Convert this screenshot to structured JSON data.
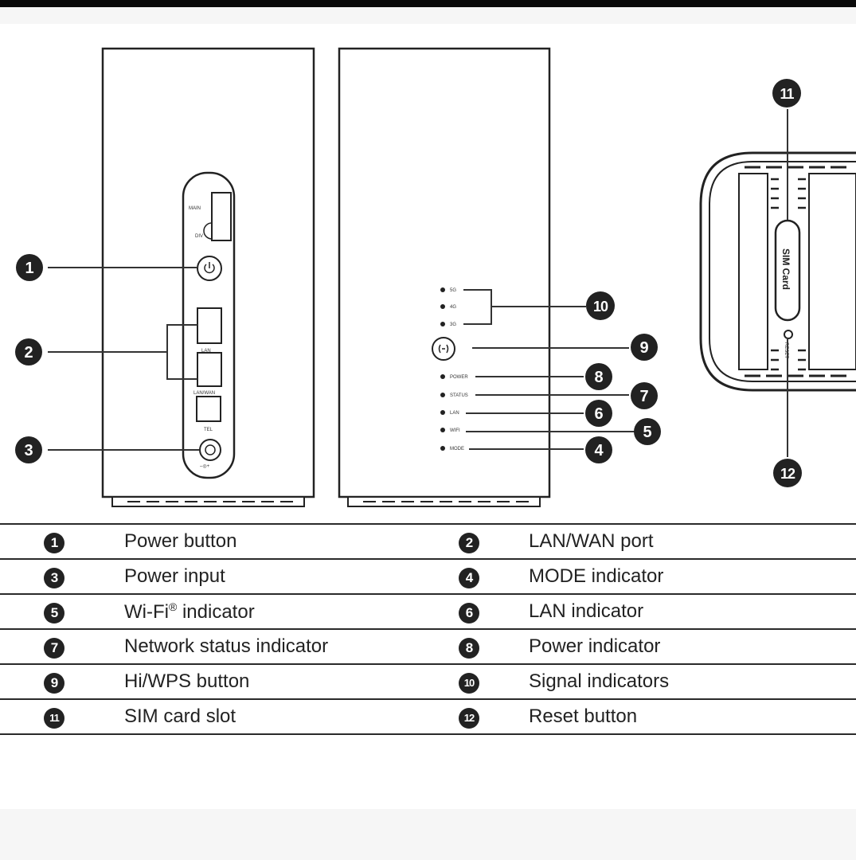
{
  "labels": {
    "back": {
      "main": "MAIN",
      "div": "DIV",
      "lan": "LAN",
      "lanwan": "LAN/WAN",
      "tel": "TEL"
    },
    "front": {
      "s1": "5G",
      "s2": "4G",
      "s3": "3G",
      "power": "POWER",
      "status": "STATUS",
      "lan": "LAN",
      "wifi": "WIFI",
      "mode": "MODE"
    },
    "sim": {
      "slot": "SIM Card",
      "reset": "RESET"
    }
  },
  "callouts": [
    "1",
    "2",
    "3",
    "4",
    "5",
    "6",
    "7",
    "8",
    "9",
    "10",
    "11",
    "12"
  ],
  "legend": {
    "rows": [
      {
        "n1": "1",
        "d1": "Power button",
        "n2": "2",
        "d2": "LAN/WAN port"
      },
      {
        "n1": "3",
        "d1": "Power input",
        "n2": "4",
        "d2": "MODE indicator"
      },
      {
        "n1": "5",
        "d1": "Wi-Fi",
        "d1_sup": "®",
        "d1_tail": " indicator",
        "n2": "6",
        "d2": "LAN indicator"
      },
      {
        "n1": "7",
        "d1": "Network status indicator",
        "n2": "8",
        "d2": "Power indicator"
      },
      {
        "n1": "9",
        "d1": "Hi/WPS button",
        "n2": "10",
        "d2": "Signal indicators"
      },
      {
        "n1": "11",
        "d1": "SIM card slot",
        "n2": "12",
        "d2": "Reset button"
      }
    ]
  },
  "colors": {
    "ink": "#222222",
    "line": "#333333",
    "page": "#ffffff",
    "top_bar": "#0a0a0a"
  }
}
